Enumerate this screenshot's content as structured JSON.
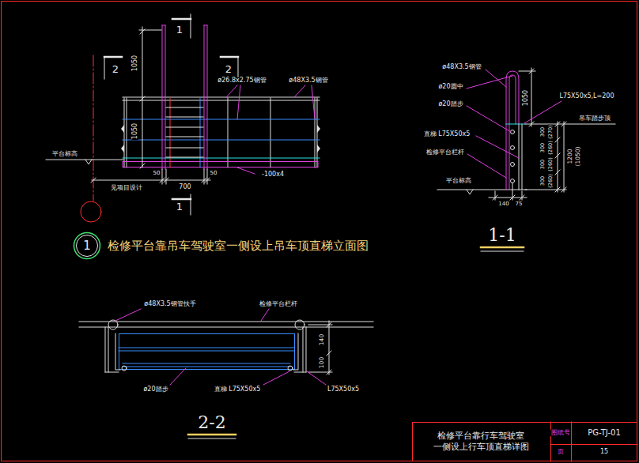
{
  "diagram": {
    "nodes": [
      {
        "text": [
          "1",
          "检修平台靠吊车驾驶室一侧设上吊车顶直梯立面图"
        ]
      }
    ],
    "labels": [
      "1",
      "2",
      "2",
      "1050",
      "1050",
      "ø26.8x2.75钢管",
      "ø48X3.5钢管",
      "平台标高",
      "-100x4",
      "50",
      "50",
      "700",
      "见项目设计",
      "1",
      "ø48X3.5钢管",
      "ø20圆中",
      "ø20踏步",
      "L75X50x5,L=200",
      "1050",
      "直梯 L75X50x5",
      "检修平台栏杆",
      "平台标高",
      "吊车踏步顶",
      "300",
      "(270)",
      "300",
      "(260)",
      "300",
      "(260)",
      "300",
      "(260)",
      "1200",
      "(1050)",
      "140",
      "75",
      "1-1",
      "ø48X3.5钢管扶手",
      "检修平台栏杆",
      "140",
      "100",
      "ø20踏步",
      "直梯 L75X50x5",
      "L75X50x5",
      "2-2",
      "检修平台靠行车驾驶室 一侧设上行车顶直梯详图",
      "图纸号",
      "PG-TJ-01",
      "页",
      "15"
    ]
  }
}
